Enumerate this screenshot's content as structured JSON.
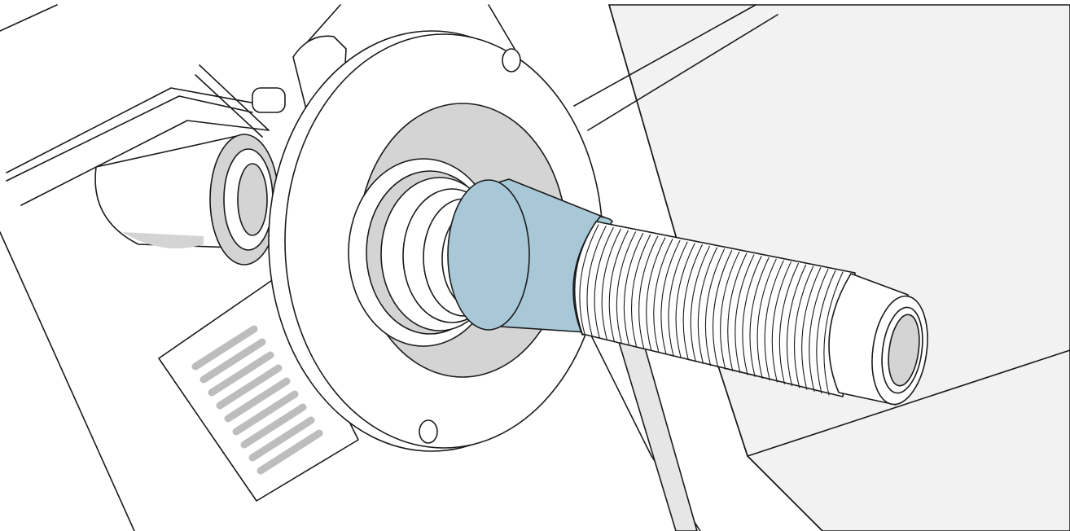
{
  "figure": {
    "colors": {
      "background": "#ffffff",
      "back_panel": "#f2f2f2",
      "line": "#1a1a1a",
      "fill_white": "#ffffff",
      "fill_gray": "#d4d4d4",
      "fill_light_gray": "#e6e6e6",
      "highlight": "#a8c8d8"
    },
    "parts": [
      {
        "name": "machine-housing",
        "icon": "housing-panel"
      },
      {
        "name": "vent-grille",
        "icon": "slotted-grille"
      },
      {
        "name": "motor-cylinder",
        "icon": "cylinder"
      },
      {
        "name": "mounting-flange",
        "icon": "flange-plate"
      },
      {
        "name": "shaft-bearing-rings",
        "icon": "bearing-rings"
      },
      {
        "name": "highlighted-cone",
        "icon": "cone-adapter",
        "highlighted": true
      },
      {
        "name": "threaded-shaft",
        "icon": "threaded-shaft"
      },
      {
        "name": "shaft-end",
        "icon": "shaft-tip"
      }
    ],
    "thread_count": 34,
    "grille_slot_count": 9
  }
}
